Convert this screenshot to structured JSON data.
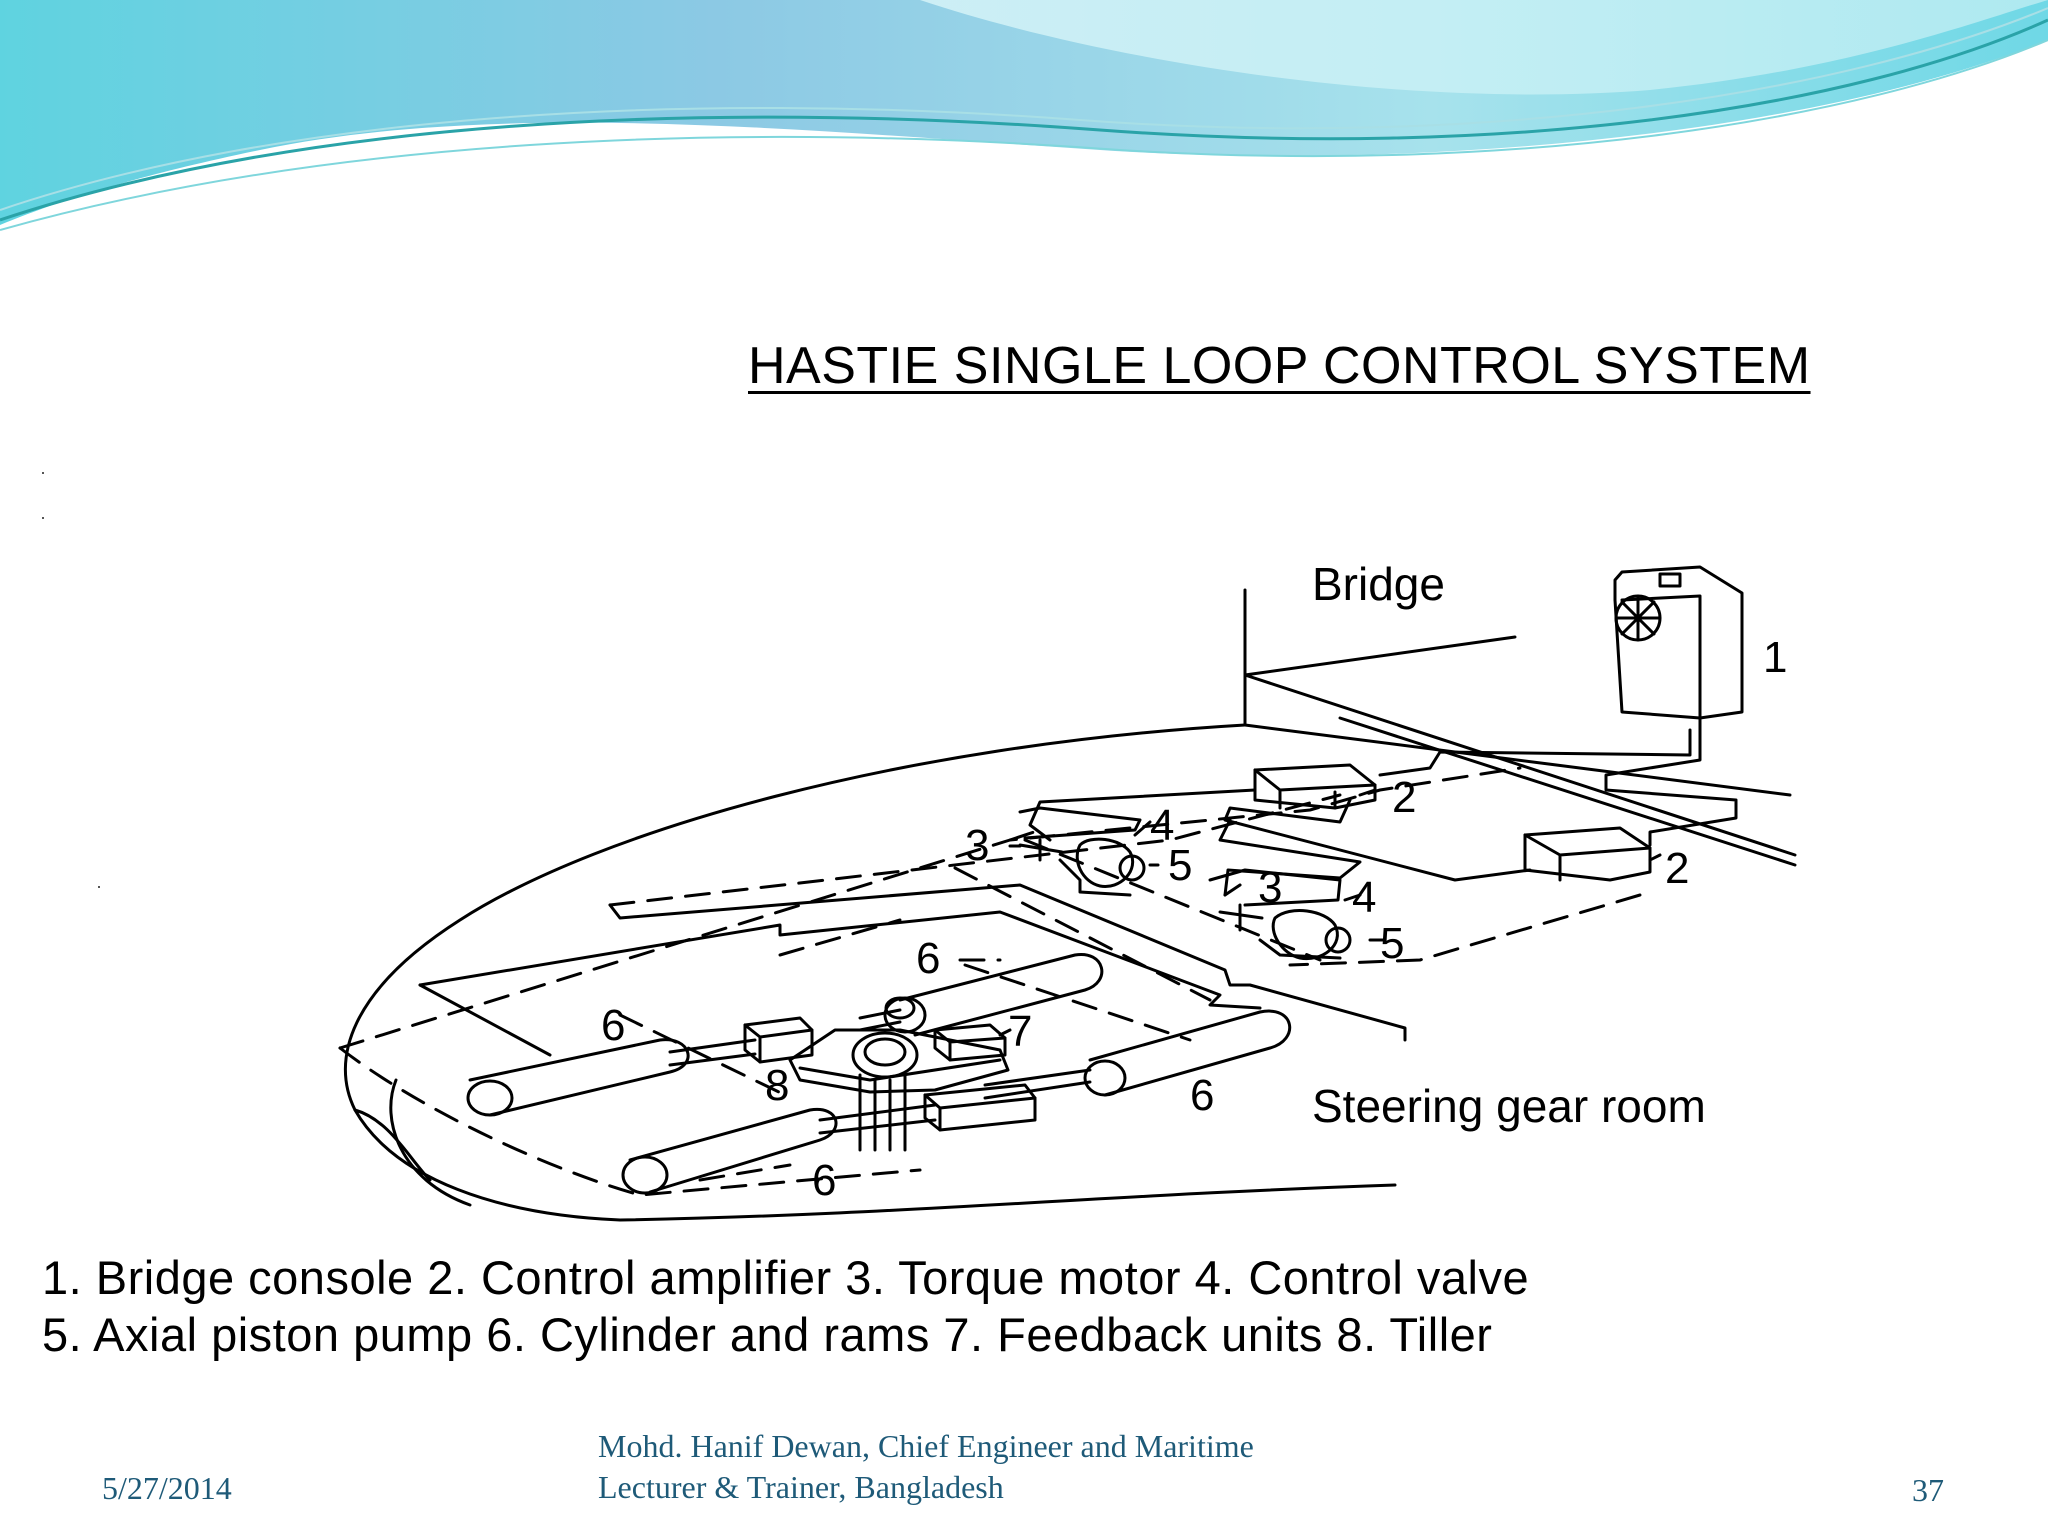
{
  "slide": {
    "title": "HASTIE SINGLE LOOP CONTROL SYSTEM"
  },
  "diagram": {
    "area_labels": {
      "bridge": "Bridge",
      "steering_room": "Steering gear room"
    },
    "callouts": {
      "n1": "1",
      "n2a": "2",
      "n2b": "2",
      "n3a": "3",
      "n3b": "3",
      "n4a": "4",
      "n4b": "4",
      "n5a": "5",
      "n5b": "5",
      "n6a": "6",
      "n6b": "6",
      "n6c": "6",
      "n6d": "6",
      "n7": "7",
      "n8": "8"
    }
  },
  "legend": {
    "line1": "1. Bridge console  2. Control amplifier  3. Torque motor   4. Control valve",
    "line2": "5. Axial piston pump 6. Cylinder and rams   7. Feedback units  8. Tiller"
  },
  "footer": {
    "date": "5/27/2014",
    "author_line1": "Mohd. Hanif Dewan, Chief Engineer and Maritime",
    "author_line2": "Lecturer & Trainer, Bangladesh",
    "page": "37"
  },
  "colors": {
    "wave_dark": "#4cc4d8",
    "wave_light": "#a9e6ee",
    "footer_text": "#1e5a78"
  }
}
